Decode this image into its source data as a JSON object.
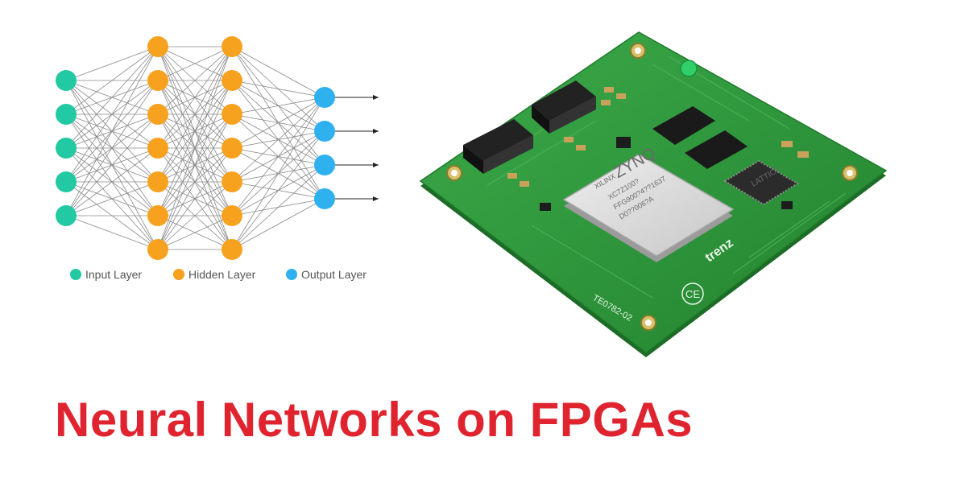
{
  "headline": "Neural Networks on FPGAs",
  "colors": {
    "input": "#23c9a3",
    "hidden": "#f7a21e",
    "output": "#2fb1ef",
    "headline": "#e0242f",
    "board": "#2e9a3c"
  },
  "network": {
    "layers": [
      {
        "kind": "input",
        "nodes": 5
      },
      {
        "kind": "hidden",
        "nodes": 7
      },
      {
        "kind": "hidden",
        "nodes": 7
      },
      {
        "kind": "output",
        "nodes": 4
      }
    ]
  },
  "legend": [
    {
      "kind": "input",
      "label": "Input Layer"
    },
    {
      "kind": "hidden",
      "label": "Hidden Layer"
    },
    {
      "kind": "output",
      "label": "Output Layer"
    }
  ],
  "board": {
    "chip_lines": [
      "XILINX",
      "ZYNQ",
      "XC7Z100?",
      "FFG900?4??1637",
      "D0??006?A"
    ],
    "latice_label": "LATTICE",
    "maker_label": "trenz",
    "ce_mark": "CE",
    "model_label": "TE0782-02"
  }
}
